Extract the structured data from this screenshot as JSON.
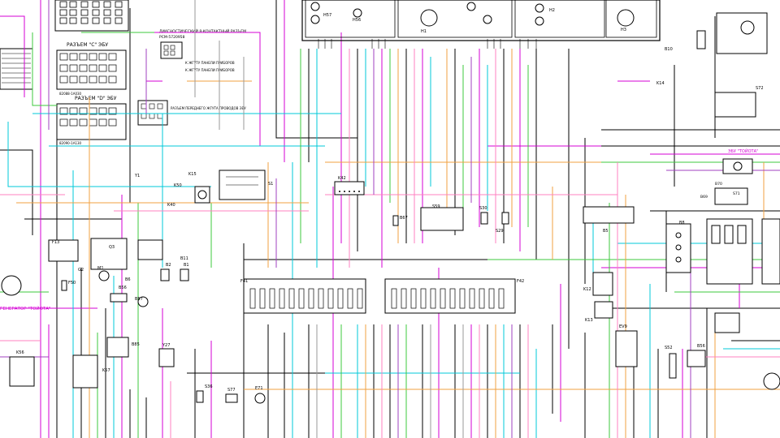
{
  "diagram": {
    "palette": {
      "black": "#000000",
      "magenta": "#d400d4",
      "cyan": "#00c8d8",
      "green": "#3cc83c",
      "orange": "#f0a040",
      "pink": "#ff80c0",
      "violet": "#a040c0",
      "gray": "#9a9a9a"
    },
    "labels": {
      "connector_c": "РАЗЪЕМ \"С\" ЭБУ",
      "connector_d": "РАЗЪЕМ \"D\" ЭБУ",
      "diag": "ДИАГНОСТИЧЕСКИЙ 8-КОНТАКТНЫЙ РАЗЪЕМ",
      "diag_sub": "РСМ-5720958",
      "diag_line1": "К ЖГУТУ ПАНЕЛИ ПРИБОРОВ",
      "diag_line2": "К ЖГУТУ ПАНЕЛИ ПРИБОРОВ",
      "ecu_line": "РАЗЪЕМ ПЕРЕДНЕГО ЖГУТА ПРОВОДОВ ЭБУ",
      "generator": "ГЕНЕРАТОР \"ТОЙОТА\"",
      "ecu_toyota": "ЭБУ \"ТОЙОТА\"",
      "ecu_c_code": "82088-1A030",
      "ecu_d_code": "82090-1A130"
    },
    "components": {
      "k40": "K40",
      "k50": "K50",
      "k15": "K15",
      "k42": "K42",
      "s1": "S1",
      "s59": "S59",
      "s30": "S30",
      "s29": "S29",
      "b5": "B5",
      "b67": "B67",
      "b8": "B8",
      "b85": "B85",
      "b10": "B10",
      "b11": "B11",
      "b6": "B6",
      "b56": "B56",
      "b57": "B57",
      "s36": "S36",
      "s77": "S77",
      "e71": "E71",
      "y27": "Y27",
      "ev9": "EV9",
      "k12": "K12",
      "k13": "K13",
      "k56": "K56",
      "k57": "K57",
      "k14": "K14",
      "s52": "S52",
      "b56b": "B56",
      "b69": "B69",
      "b70": "B70",
      "s71": "S71",
      "s72": "S72",
      "f41": "F41",
      "f42": "F42",
      "f13": "F13",
      "f50": "F50",
      "q3": "Q3",
      "g2": "G2",
      "b1": "B1",
      "b2": "B2",
      "y1": "Y1",
      "m1": "M1",
      "h56": "H56",
      "h57": "H57",
      "h1": "H1",
      "h2": "H2",
      "h3": "H3"
    }
  }
}
